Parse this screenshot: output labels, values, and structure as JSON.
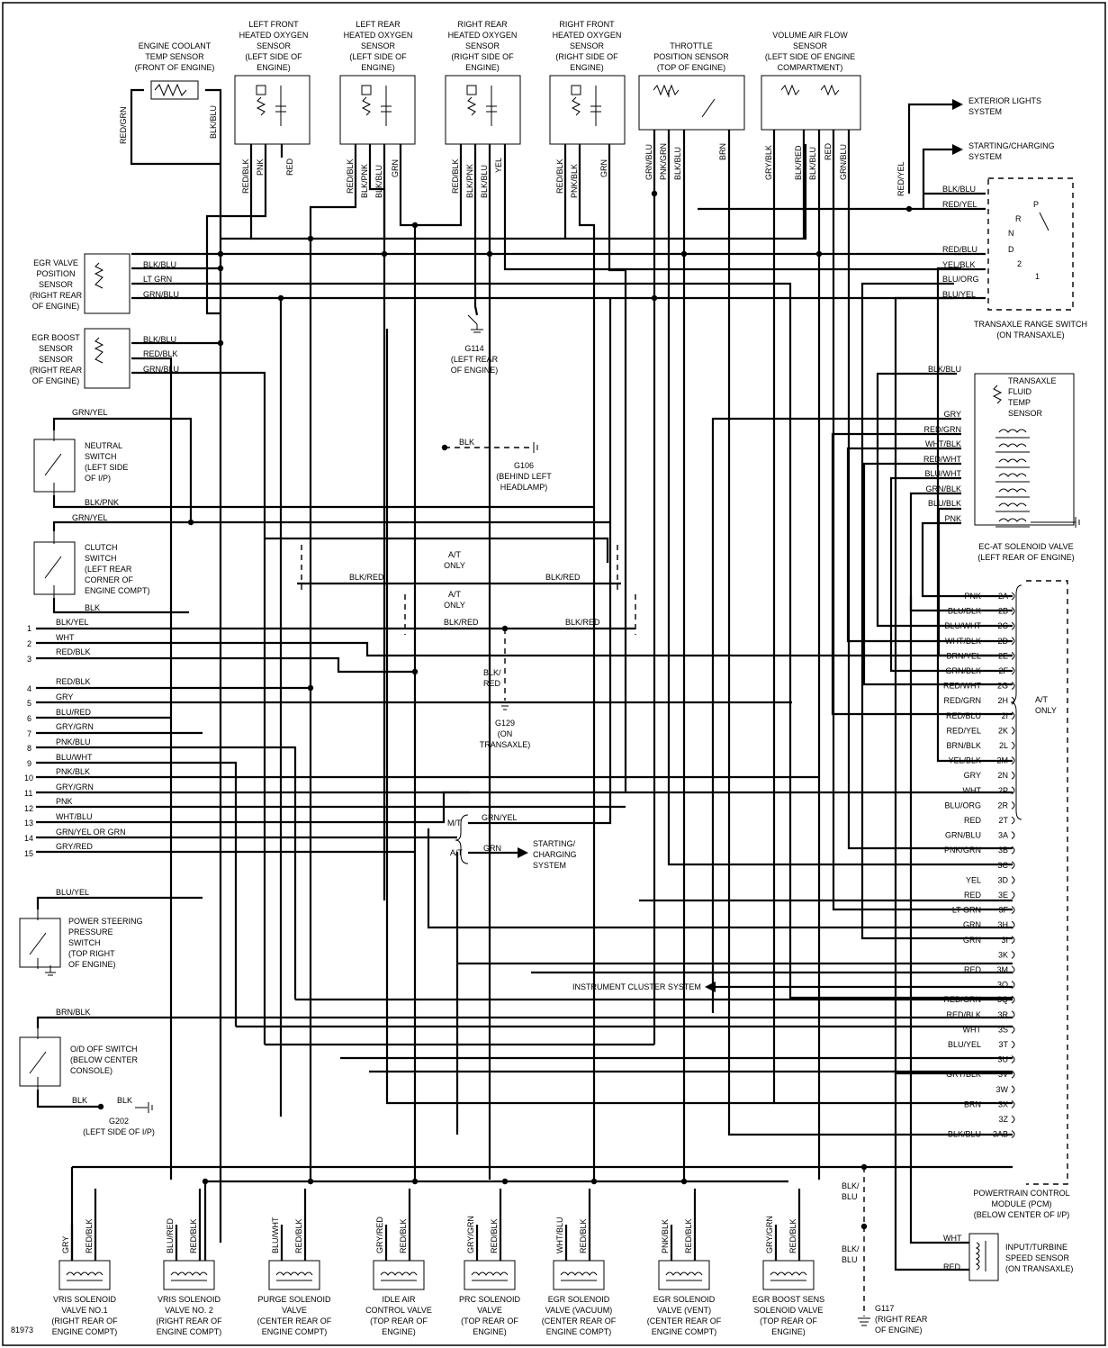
{
  "diagram_id": "81973",
  "components": {
    "ect": [
      "ENGINE COOLANT",
      "TEMP SENSOR",
      "(FRONT OF ENGINE)"
    ],
    "lfo2": [
      "LEFT FRONT",
      "HEATED OXYGEN",
      "SENSOR",
      "(LEFT SIDE OF",
      "ENGINE)"
    ],
    "lro2": [
      "LEFT REAR",
      "HEATED OXYGEN",
      "SENSOR",
      "(LEFT SIDE OF",
      "ENGINE)"
    ],
    "rro2": [
      "RIGHT REAR",
      "HEATED OXYGEN",
      "SENSOR",
      "(RIGHT SIDE OF",
      "ENGINE)"
    ],
    "rfo2": [
      "RIGHT FRONT",
      "HEATED OXYGEN",
      "SENSOR",
      "(RIGHT SIDE OF",
      "ENGINE)"
    ],
    "tps": [
      "THROTTLE",
      "POSITION SENSOR",
      "(TOP OF ENGINE)"
    ],
    "vaf": [
      "VOLUME AIR FLOW",
      "SENSOR",
      "(LEFT SIDE OF ENGINE",
      "COMPARTMENT)"
    ],
    "egrvp": [
      "EGR VALVE",
      "POSITION",
      "SENSOR",
      "(RIGHT REAR",
      "OF ENGINE)"
    ],
    "egrb": [
      "EGR BOOST",
      "SENSOR",
      "SENSOR",
      "(RIGHT REAR",
      "OF ENGINE)"
    ],
    "neutral": [
      "NEUTRAL",
      "SWITCH",
      "(LEFT SIDE",
      "OF I/P)"
    ],
    "clutch": [
      "CLUTCH",
      "SWITCH",
      "(LEFT REAR",
      "CORNER OF",
      "ENGINE COMPT)"
    ],
    "ps": [
      "POWER STEERING",
      "PRESSURE",
      "SWITCH",
      "(TOP RIGHT",
      "OF ENGINE)"
    ],
    "od": [
      "O/D OFF SWITCH",
      "(BELOW CENTER",
      "CONSOLE)"
    ],
    "trs": [
      "TRANSAXLE RANGE SWITCH",
      "(ON TRANSAXLE)"
    ],
    "tft": [
      "TRANSAXLE",
      "FLUID",
      "TEMP",
      "SENSOR"
    ],
    "ecat": [
      "EC-AT SOLENOID VALVE",
      "(LEFT REAR OF ENGINE)"
    ],
    "pcm": [
      "POWERTRAIN CONTROL",
      "MODULE (PCM)",
      "(BELOW CENTER OF I/P)"
    ],
    "its": [
      "INPUT/TURBINE",
      "SPEED SENSOR",
      "(ON TRANSAXLE)"
    ]
  },
  "grounds": {
    "g114": [
      "G114",
      "(LEFT REAR",
      "OF ENGINE)"
    ],
    "g106": [
      "G106",
      "(BEHIND LEFT",
      "HEADLAMP)"
    ],
    "g129": [
      "G129",
      "(ON",
      "TRANSAXLE)"
    ],
    "g202": [
      "G202",
      "(LEFT SIDE OF I/P)"
    ],
    "g117": [
      "G117",
      "(RIGHT REAR",
      "OF ENGINE)"
    ]
  },
  "systems": {
    "ext_lights": [
      "EXTERIOR LIGHTS",
      "SYSTEM"
    ],
    "start_charge": [
      "STARTING/CHARGING",
      "SYSTEM"
    ],
    "start_charge2": [
      "STARTING/",
      "CHARGING",
      "SYSTEM"
    ],
    "cluster": "INSTRUMENT CLUSTER SYSTEM"
  },
  "notes": {
    "at_only": [
      "A/T",
      "ONLY"
    ],
    "mt": "M/T",
    "at": "A/T"
  },
  "range_positions": [
    "P",
    "R",
    "N",
    "D",
    "2",
    "1"
  ],
  "sensor_wires": {
    "ect": [
      "RED/GRN",
      "BLK/BLU"
    ],
    "lfo2": [
      "RED/BLK",
      "PNK",
      "RED"
    ],
    "lro2": [
      "RED/BLK",
      "BLK/PNK",
      "BLK/BLU",
      "GRN"
    ],
    "rro2": [
      "RED/BLK",
      "BLK/PNK",
      "BLK/BLU",
      "YEL"
    ],
    "rfo2": [
      "RED/BLK",
      "PNK/BLK",
      "GRN"
    ],
    "tps": [
      "GRN/BLU",
      "PNK/GRN",
      "BLK/BLU",
      "BRN"
    ],
    "vaf": [
      "GRY/BLK",
      "BLK/RED",
      "BLK/BLU",
      "RED",
      "GRN/BLU"
    ]
  },
  "left_wires": {
    "egrvp": [
      "BLK/BLU",
      "LT GRN",
      "GRN/BLU"
    ],
    "egrb": [
      "BLK/BLU",
      "RED/BLK",
      "GRN/BLU"
    ],
    "neutral_top": "GRN/YEL",
    "neutral_bot": "BLK/PNK",
    "clutch_top": "GRN/YEL",
    "clutch_bot": "BLK",
    "ps_top": "BLU/YEL",
    "od_top": "BRN/BLK",
    "od_bot": "BLK",
    "g202_wire": "BLK",
    "g106_wire": "BLK",
    "blk_red": "BLK/RED",
    "blk_red_ground": [
      "BLK/",
      "RED"
    ],
    "mt_wire": "GRN/YEL",
    "at_wire": "GRN",
    "g117_wire": [
      "BLK/",
      "BLU"
    ]
  },
  "connector_pins": [
    {
      "n": "1",
      "c": "BLK/YEL"
    },
    {
      "n": "2",
      "c": "WHT"
    },
    {
      "n": "3",
      "c": "RED/BLK"
    },
    {
      "n": "4",
      "c": "RED/BLK"
    },
    {
      "n": "5",
      "c": "GRY"
    },
    {
      "n": "6",
      "c": "BLU/RED"
    },
    {
      "n": "7",
      "c": "GRY/GRN"
    },
    {
      "n": "8",
      "c": "PNK/BLU"
    },
    {
      "n": "9",
      "c": "BLU/WHT"
    },
    {
      "n": "10",
      "c": "PNK/BLK"
    },
    {
      "n": "11",
      "c": "GRY/GRN"
    },
    {
      "n": "12",
      "c": "PNK"
    },
    {
      "n": "13",
      "c": "WHT/BLU"
    },
    {
      "n": "14",
      "c": "GRN/YEL OR GRN"
    },
    {
      "n": "15",
      "c": "GRY/RED"
    }
  ],
  "trs_wires": [
    "BLK/BLU",
    "RED/YEL",
    "RED/BLU",
    "YEL/BLK",
    "BLU/ORG",
    "BLU/YEL"
  ],
  "trs_left_wire": "RED/YEL",
  "ecat_wires": [
    "BLK/BLU",
    "GRY",
    "RED/GRN",
    "WHT/BLK",
    "RED/WHT",
    "BLU/WHT",
    "GRN/BLK",
    "BLU/BLK",
    "PNK"
  ],
  "pcm_pins": [
    {
      "c": "PNK",
      "p": "2A"
    },
    {
      "c": "BLU/BLK",
      "p": "2B"
    },
    {
      "c": "BLU/WHT",
      "p": "2C"
    },
    {
      "c": "WHT/BLK",
      "p": "2D"
    },
    {
      "c": "BRN/YEL",
      "p": "2E"
    },
    {
      "c": "GRN/BLK",
      "p": "2F"
    },
    {
      "c": "RED/WHT",
      "p": "2G"
    },
    {
      "c": "RED/GRN",
      "p": "2H"
    },
    {
      "c": "RED/BLU",
      "p": "2I"
    },
    {
      "c": "RED/YEL",
      "p": "2K"
    },
    {
      "c": "BRN/BLK",
      "p": "2L"
    },
    {
      "c": "YEL/BLK",
      "p": "2M"
    },
    {
      "c": "GRY",
      "p": "2N"
    },
    {
      "c": "WHT",
      "p": "2P"
    },
    {
      "c": "BLU/ORG",
      "p": "2R"
    },
    {
      "c": "RED",
      "p": "2T"
    },
    {
      "c": "GRN/BLU",
      "p": "3A"
    },
    {
      "c": "PNK/GRN",
      "p": "3B"
    },
    {
      "c": "",
      "p": "3C"
    },
    {
      "c": "YEL",
      "p": "3D"
    },
    {
      "c": "RED",
      "p": "3E"
    },
    {
      "c": "LT GRN",
      "p": "3F"
    },
    {
      "c": "GRN",
      "p": "3H"
    },
    {
      "c": "GRN",
      "p": "3I"
    },
    {
      "c": "",
      "p": "3K"
    },
    {
      "c": "RED",
      "p": "3M"
    },
    {
      "c": "",
      "p": "3O"
    },
    {
      "c": "RED/GRN",
      "p": "3Q"
    },
    {
      "c": "RED/BLK",
      "p": "3R"
    },
    {
      "c": "WHT",
      "p": "3S"
    },
    {
      "c": "BLU/YEL",
      "p": "3T"
    },
    {
      "c": "",
      "p": "3U"
    },
    {
      "c": "GRY/BLK",
      "p": "3V"
    },
    {
      "c": "",
      "p": "3W"
    },
    {
      "c": "BRN",
      "p": "3X"
    },
    {
      "c": "",
      "p": "3Z"
    },
    {
      "c": "BLK/BLU",
      "p": "3AB"
    }
  ],
  "its_wires": [
    "WHT",
    "RED"
  ],
  "solenoids": [
    {
      "label": [
        "VRIS SOLENOID",
        "VALVE NO.1",
        "(RIGHT REAR OF",
        "ENGINE COMPT)"
      ],
      "w1": "GRY",
      "w2": "RED/BLK"
    },
    {
      "label": [
        "VRIS SOLENOID",
        "VALVE NO. 2",
        "(RIGHT REAR OF",
        "ENGINE COMPT)"
      ],
      "w1": "BLU/RED",
      "w2": "RED/BLK"
    },
    {
      "label": [
        "PURGE SOLENOID",
        "VALVE",
        "(CENTER REAR OF",
        "ENGINE COMPT)"
      ],
      "w1": "BLU/WHT",
      "w2": "RED/BLK"
    },
    {
      "label": [
        "IDLE AIR",
        "CONTROL VALVE",
        "(TOP REAR OF",
        "ENGINE)"
      ],
      "w1": "GRY/RED",
      "w2": "RED/BLK"
    },
    {
      "label": [
        "PRC SOLENOID",
        "VALVE",
        "(TOP REAR OF",
        "ENGINE)"
      ],
      "w1": "GRY/GRN",
      "w2": "RED/BLK"
    },
    {
      "label": [
        "EGR SOLENOID",
        "VALVE (VACUUM)",
        "(CENTER REAR OF",
        "ENGINE COMPT)"
      ],
      "w1": "WHT/BLU",
      "w2": "RED/BLK"
    },
    {
      "label": [
        "EGR SOLENOID",
        "VALVE (VENT)",
        "(CENTER REAR OF",
        "ENGINE COMPT)"
      ],
      "w1": "PNK/BLK",
      "w2": "RED/BLK"
    },
    {
      "label": [
        "EGR BOOST SENS",
        "SOLENOID VALVE",
        "(TOP REAR OF",
        "ENGINE)"
      ],
      "w1": "GRY/GRN",
      "w2": "RED/BLK"
    }
  ],
  "pcm_note": [
    "A/T",
    "ONLY"
  ]
}
